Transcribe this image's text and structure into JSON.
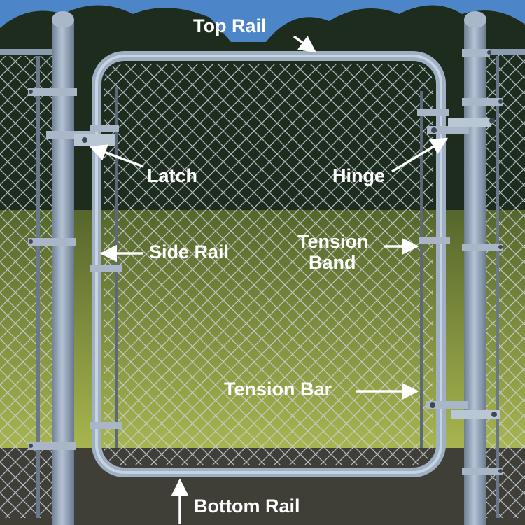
{
  "labels": {
    "top_rail": "Top Rail",
    "latch": "Latch",
    "hinge": "Hinge",
    "side_rail": "Side Rail",
    "tension_band_line1": "Tension",
    "tension_band_line2": "Band",
    "tension_bar": "Tension Bar",
    "bottom_rail": "Bottom Rail"
  },
  "colors": {
    "sky": "#4c86c8",
    "trees": "#1d2c1d",
    "grass_top": "#5d6e32",
    "grass_bottom": "#a7b44f",
    "ground": "#3f3f38",
    "metal": "#9fb0c4",
    "metal_dark": "#6f7f93",
    "label_text": "#ffffff"
  }
}
